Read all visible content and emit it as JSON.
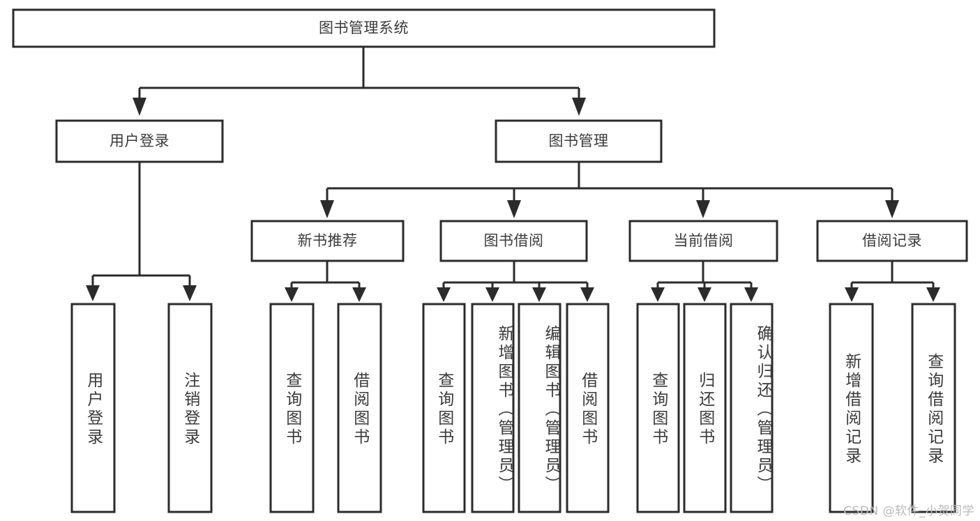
{
  "diagram": {
    "title": "图书管理系统",
    "type": "tree",
    "watermark": "CSDN @软件_小贺同学",
    "colors": {
      "stroke": "#2b2b2b",
      "box_fill": "#ffffff",
      "text": "#3a3a3a",
      "watermark": "#b9b9b9",
      "background": "#ffffff"
    },
    "nodes": {
      "root": {
        "label": "图书管理系统"
      },
      "level1": [
        {
          "label": "用户登录"
        },
        {
          "label": "图书管理"
        }
      ],
      "level2": [
        {
          "label": "新书推荐"
        },
        {
          "label": "图书借阅"
        },
        {
          "label": "当前借阅"
        },
        {
          "label": "借阅记录"
        }
      ],
      "leaves": {
        "user_login": [
          {
            "label": "用户登录"
          },
          {
            "label": "注销登录"
          }
        ],
        "new_book_recommend": [
          {
            "label": "查询图书"
          },
          {
            "label": "借阅图书"
          }
        ],
        "book_borrow": [
          {
            "label": "查询图书"
          },
          {
            "label": "新增图书（管理员）"
          },
          {
            "label": "编辑图书（管理员）"
          },
          {
            "label": "借阅图书"
          }
        ],
        "current_borrow": [
          {
            "label": "查询图书"
          },
          {
            "label": "归还图书"
          },
          {
            "label": "确认归还（管理员）"
          }
        ],
        "borrow_record": [
          {
            "label": "新增借阅记录"
          },
          {
            "label": "查询借阅记录"
          }
        ]
      }
    }
  }
}
